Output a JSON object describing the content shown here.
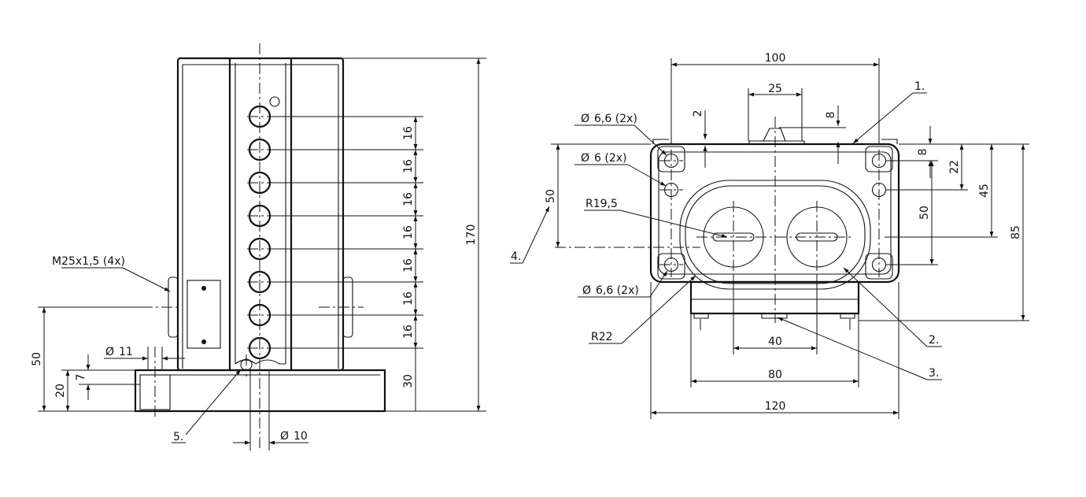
{
  "side_view": {
    "spacing_label": "16",
    "dim_30": "30",
    "dim_170": "170",
    "dim_50": "50",
    "dim_20": "20",
    "dim_7": "7",
    "thread_label": "M25x1,5 (4x)",
    "dia11": "11",
    "dia10": "10",
    "callout_5": "5."
  },
  "front_view": {
    "dim_100": "100",
    "dim_25": "25",
    "dim_2": "2",
    "dim_8_top": "8",
    "dim_8_right": "8",
    "dim_22": "22",
    "dim_45": "45",
    "dim_50_left": "50",
    "dim_50_right": "50",
    "dim_85": "85",
    "dim_40": "40",
    "dim_80": "80",
    "dim_120": "120",
    "hole_66_top": "6,6 (2x)",
    "hole_6": "6 (2x)",
    "hole_66_bottom": "6,6 (2x)",
    "r195": "R19,5",
    "r22": "R22",
    "callout_1": "1.",
    "callout_2": "2.",
    "callout_3": "3.",
    "callout_4": "4."
  },
  "diameter_symbol": "Ø"
}
